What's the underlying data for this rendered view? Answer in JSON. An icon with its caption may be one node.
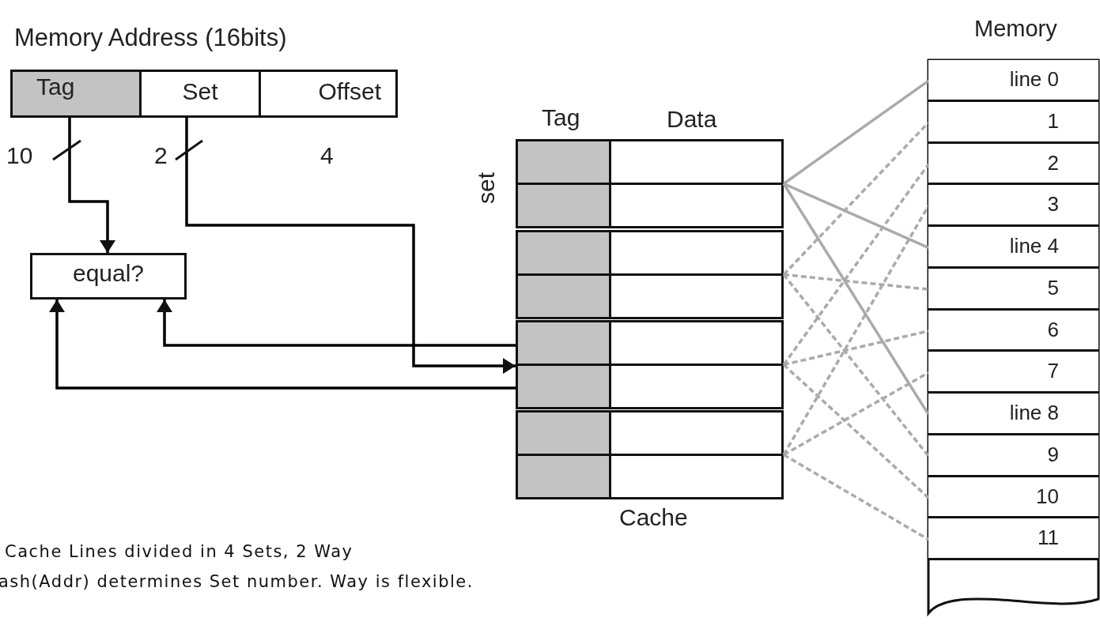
{
  "diagram": {
    "nodes": [
      {
        "text": [
          "Memory Address (16bits)"
        ]
      },
      {
        "text": [
          "Tag"
        ],
        "in": 0
      },
      {
        "text": [
          "Set"
        ],
        "in": 0
      },
      {
        "text": [
          "Offset"
        ],
        "in": 0
      },
      {
        "text": [
          "equal?"
        ]
      },
      {
        "text": [
          "Cache"
        ]
      },
      {
        "text": [],
        "shape": "box",
        "in": 5
      },
      {
        "text": [],
        "shape": "box",
        "in": 6
      },
      {
        "text": [],
        "shape": "box",
        "in": 6
      },
      {
        "text": [],
        "shape": "box",
        "in": 5
      },
      {
        "text": [],
        "shape": "box",
        "in": 9
      },
      {
        "text": [],
        "shape": "box",
        "in": 9
      },
      {
        "text": [],
        "shape": "box",
        "in": 5
      },
      {
        "text": [],
        "shape": "box",
        "in": 12
      },
      {
        "text": [],
        "shape": "box",
        "in": 12
      },
      {
        "text": [],
        "shape": "box",
        "in": 5
      },
      {
        "text": [],
        "shape": "box",
        "in": 15
      },
      {
        "text": [],
        "shape": "box",
        "in": 15
      },
      {
        "text": [
          "Memory"
        ]
      },
      {
        "text": [
          "line 0"
        ],
        "in": 18
      },
      {
        "text": [
          "1"
        ],
        "in": 18
      },
      {
        "text": [
          "2"
        ],
        "in": 18
      },
      {
        "text": [
          "3"
        ],
        "in": 18
      },
      {
        "text": [
          "line 4"
        ],
        "in": 18
      },
      {
        "text": [
          "5"
        ],
        "in": 18
      },
      {
        "text": [
          "6"
        ],
        "in": 18
      },
      {
        "text": [
          "7"
        ],
        "in": 18
      },
      {
        "text": [
          "line 8"
        ],
        "in": 18
      },
      {
        "text": [
          "9"
        ],
        "in": 18
      },
      {
        "text": [
          "10"
        ],
        "in": 18
      },
      {
        "text": [
          "11"
        ],
        "in": 18
      }
    ],
    "edges": [
      {
        "from": 1,
        "to": 4,
        "arrow": "to",
        "color": "#000000"
      },
      {
        "from": 2,
        "to": 12,
        "arrow": "to",
        "color": "#000000"
      },
      {
        "from": 13,
        "to": 4,
        "arrow": "to",
        "color": "#000000"
      },
      {
        "from": 14,
        "to": 4,
        "arrow": "to",
        "color": "#000000"
      },
      {
        "from": 6,
        "to": 19,
        "arrow": "none",
        "color": "#aaaaaa"
      },
      {
        "from": 6,
        "to": 23,
        "arrow": "none",
        "color": "#aaaaaa"
      },
      {
        "from": 6,
        "to": 27,
        "arrow": "none",
        "color": "#aaaaaa"
      },
      {
        "from": 9,
        "to": 20,
        "arrow": "none",
        "style": "dashed",
        "color": "#aaaaaa"
      },
      {
        "from": 9,
        "to": 24,
        "arrow": "none",
        "style": "dashed",
        "color": "#aaaaaa"
      },
      {
        "from": 9,
        "to": 28,
        "arrow": "none",
        "style": "dashed",
        "color": "#aaaaaa"
      },
      {
        "from": 12,
        "to": 21,
        "arrow": "none",
        "style": "dashed",
        "color": "#aaaaaa"
      },
      {
        "from": 12,
        "to": 25,
        "arrow": "none",
        "style": "dashed",
        "color": "#aaaaaa"
      },
      {
        "from": 12,
        "to": 29,
        "arrow": "none",
        "style": "dashed",
        "color": "#aaaaaa"
      },
      {
        "from": 15,
        "to": 22,
        "arrow": "none",
        "style": "dashed",
        "color": "#aaaaaa"
      },
      {
        "from": 15,
        "to": 26,
        "arrow": "none",
        "style": "dashed",
        "color": "#aaaaaa"
      },
      {
        "from": 15,
        "to": 30,
        "arrow": "none",
        "style": "dashed",
        "color": "#aaaaaa"
      }
    ],
    "labels": [
      "10",
      "2",
      "4",
      "Tag",
      "Data",
      "set",
      "Cache Lines divided in 4 Sets, 2 Way",
      "ash(Addr) determines Set number. Way is flexible."
    ]
  }
}
